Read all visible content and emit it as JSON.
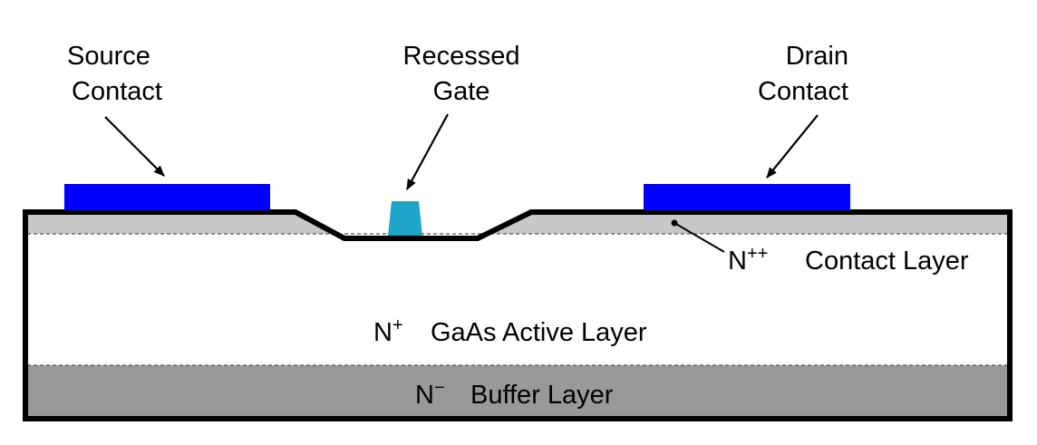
{
  "colors": {
    "background": "#ffffff",
    "outline": "#000000",
    "metal_contact": "#0000ff",
    "gate": "#1ea5c8",
    "contact_layer": "#c8c8c8",
    "buffer_layer": "#999999",
    "divider_dash": "#555555"
  },
  "labels": {
    "source_line1": "Source",
    "source_line2": "Contact",
    "gate_line1": "Recessed",
    "gate_line2": "Gate",
    "drain_line1": "Drain",
    "drain_line2": "Contact",
    "contact_layer_base": "N",
    "contact_layer_sup": "++",
    "contact_layer_text": "Contact Layer",
    "active_layer_base": "N",
    "active_layer_sup": "+",
    "active_layer_text": "GaAs Active Layer",
    "buffer_layer_base": "N",
    "buffer_layer_sup": "−",
    "buffer_layer_text": "Buffer Layer"
  }
}
